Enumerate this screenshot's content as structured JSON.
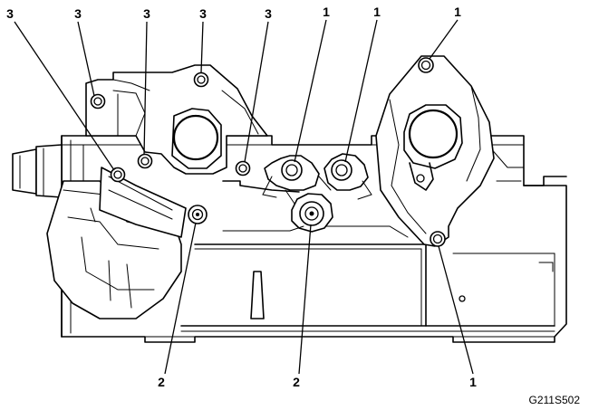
{
  "callouts": {
    "top": [
      "3",
      "3",
      "3",
      "3",
      "3",
      "1",
      "1",
      "1"
    ],
    "bottom": [
      "2",
      "2",
      "1"
    ]
  },
  "figure_code": "G211S502"
}
